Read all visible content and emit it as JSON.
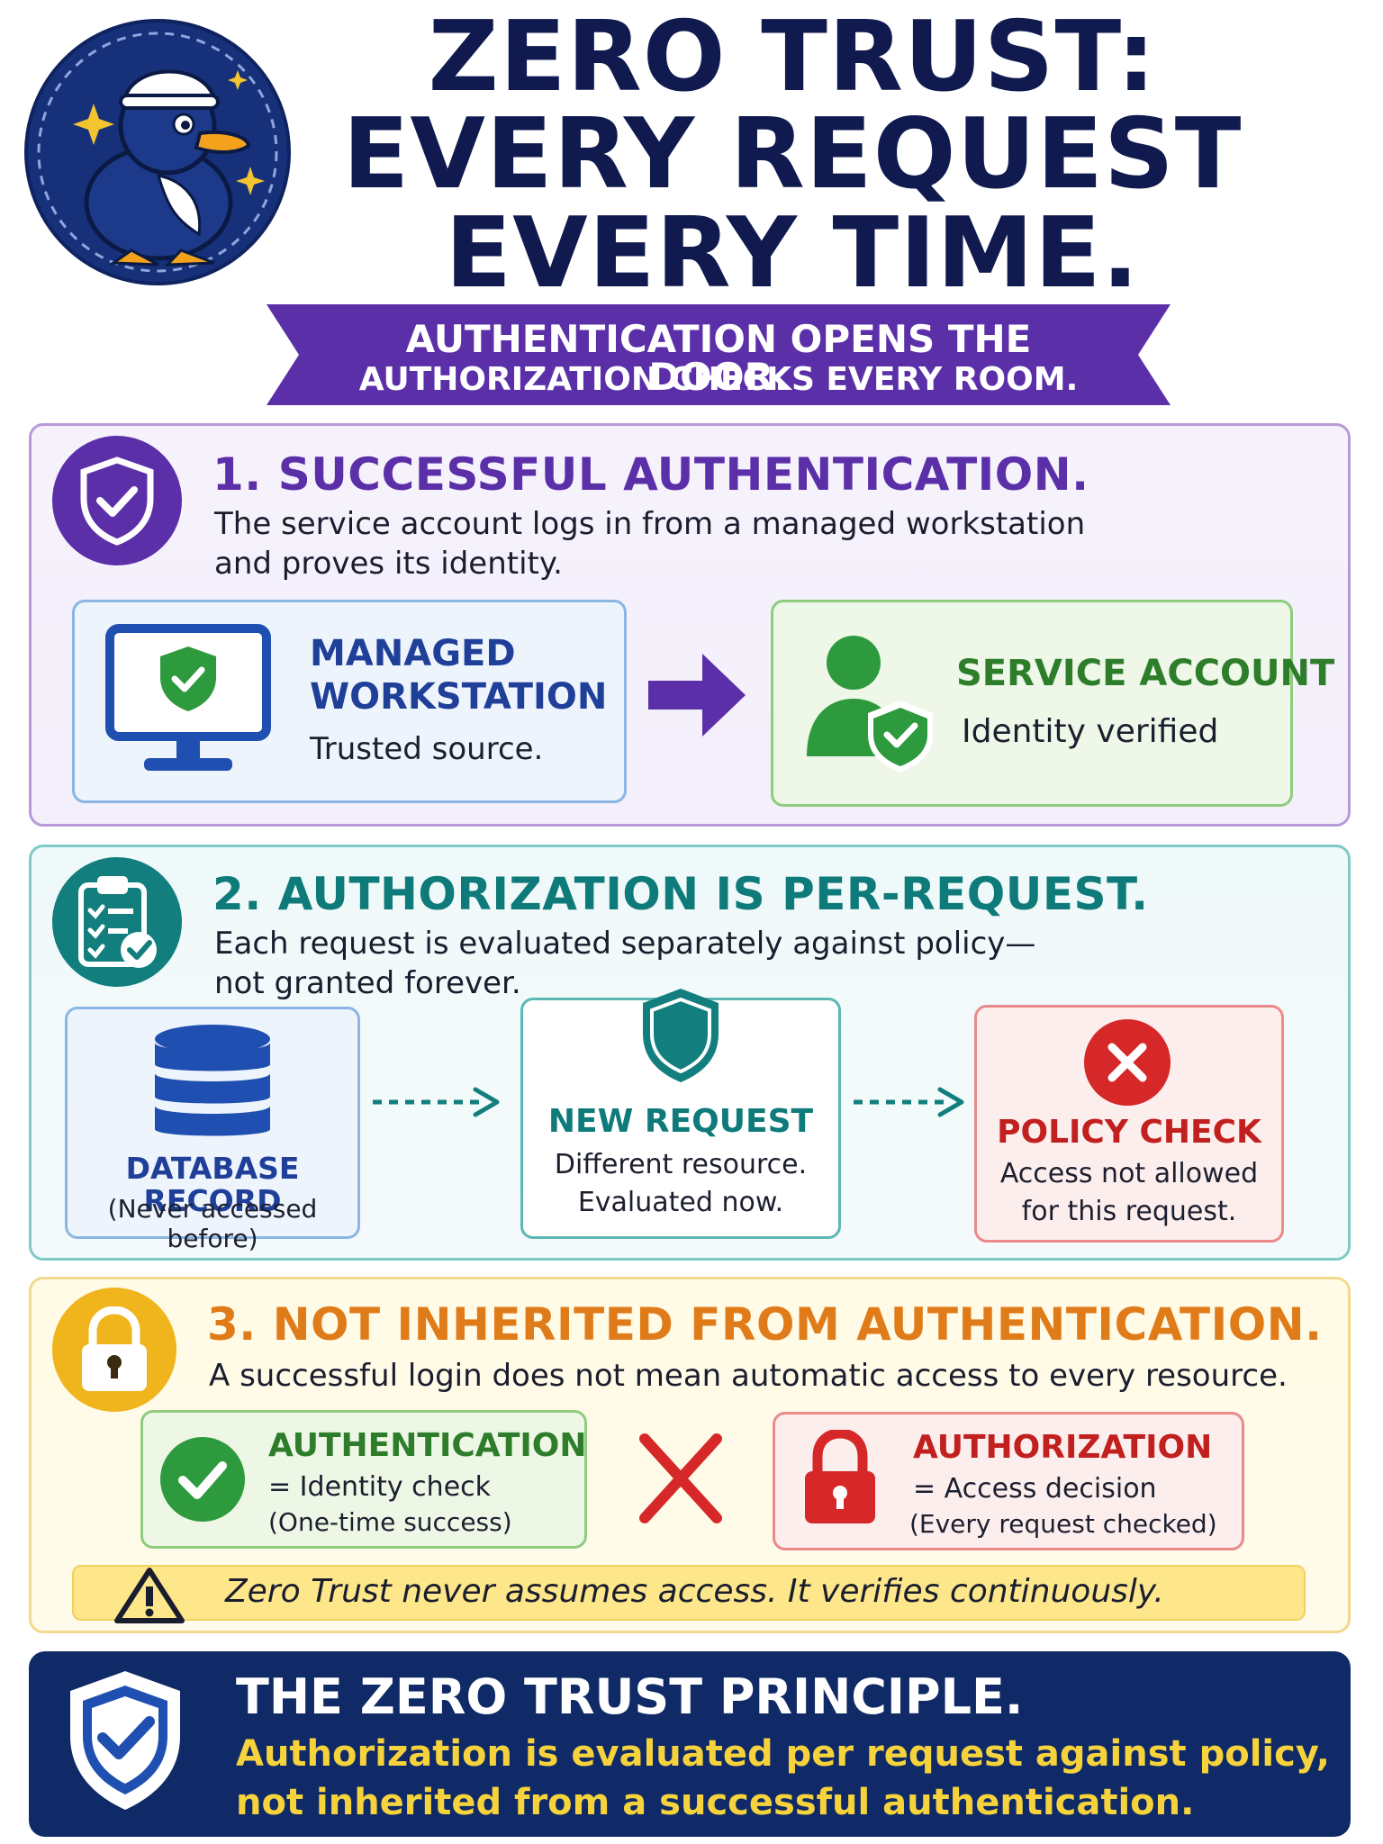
{
  "header": {
    "title_line1": "ZERO TRUST:",
    "title_line2": "EVERY REQUEST",
    "title_line3": "EVERY TIME.",
    "banner_line1": "AUTHENTICATION OPENS THE DOOR.",
    "banner_line2": "AUTHORIZATION CHECKS EVERY ROOM."
  },
  "section1": {
    "title": "1. SUCCESSFUL AUTHENTICATION.",
    "desc_line1": "The service account logs in from a managed workstation",
    "desc_line2": "and proves its identity.",
    "workstation": {
      "title_line1": "MANAGED",
      "title_line2": "WORKSTATION",
      "subtitle": "Trusted source."
    },
    "service_account": {
      "title": "SERVICE ACCOUNT",
      "subtitle": "Identity verified"
    }
  },
  "section2": {
    "title": "2. AUTHORIZATION IS PER-REQUEST.",
    "desc_line1": "Each request is evaluated separately against policy—",
    "desc_line2": "not granted forever.",
    "database": {
      "title": "DATABASE RECORD",
      "subtitle": "(Never accessed before)"
    },
    "new_request": {
      "title": "NEW REQUEST",
      "line1": "Different resource.",
      "line2": "Evaluated now."
    },
    "policy_check": {
      "title": "POLICY CHECK",
      "line1": "Access not allowed",
      "line2": "for this request."
    }
  },
  "section3": {
    "title": "3. NOT INHERITED FROM AUTHENTICATION.",
    "desc": "A successful login does not mean automatic access to every resource.",
    "authentication": {
      "title": "AUTHENTICATION",
      "line1": "= Identity check",
      "line2": "(One-time success)"
    },
    "authorization": {
      "title": "AUTHORIZATION",
      "line1": "= Access decision",
      "line2": "(Every request checked)"
    },
    "warning": "Zero Trust never assumes access. It verifies continuously."
  },
  "principle": {
    "title": "THE ZERO TRUST PRINCIPLE.",
    "line1": "Authorization is evaluated per request against policy,",
    "line2": "not inherited from a successful authentication."
  },
  "colors": {
    "navy": "#111a4f",
    "purple": "#5b2fa8",
    "teal": "#0f7a7a",
    "orange": "#e07b1a",
    "green": "#2e9a3e",
    "red": "#d62828",
    "principle_bg": "#0f2a66",
    "principle_accent": "#f6d23c"
  }
}
